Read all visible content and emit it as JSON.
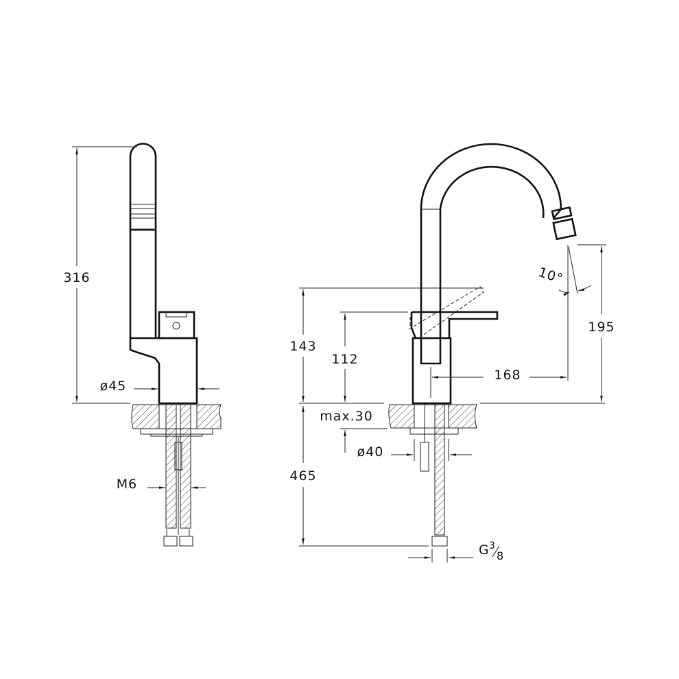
{
  "drawing": {
    "side_view": {
      "height_total": "316",
      "body_diameter": "ø45",
      "thread": "M6"
    },
    "front_view": {
      "lever_top_height": "143",
      "lever_height": "112",
      "spout_outlet_height": "195",
      "spout_reach": "168",
      "aerator_angle": "10°",
      "max_counter_thickness": "max.30",
      "hole_diameter": "ø40",
      "hose_length": "465",
      "connection_main": "G",
      "connection_num": "3",
      "connection_den": "8"
    }
  }
}
